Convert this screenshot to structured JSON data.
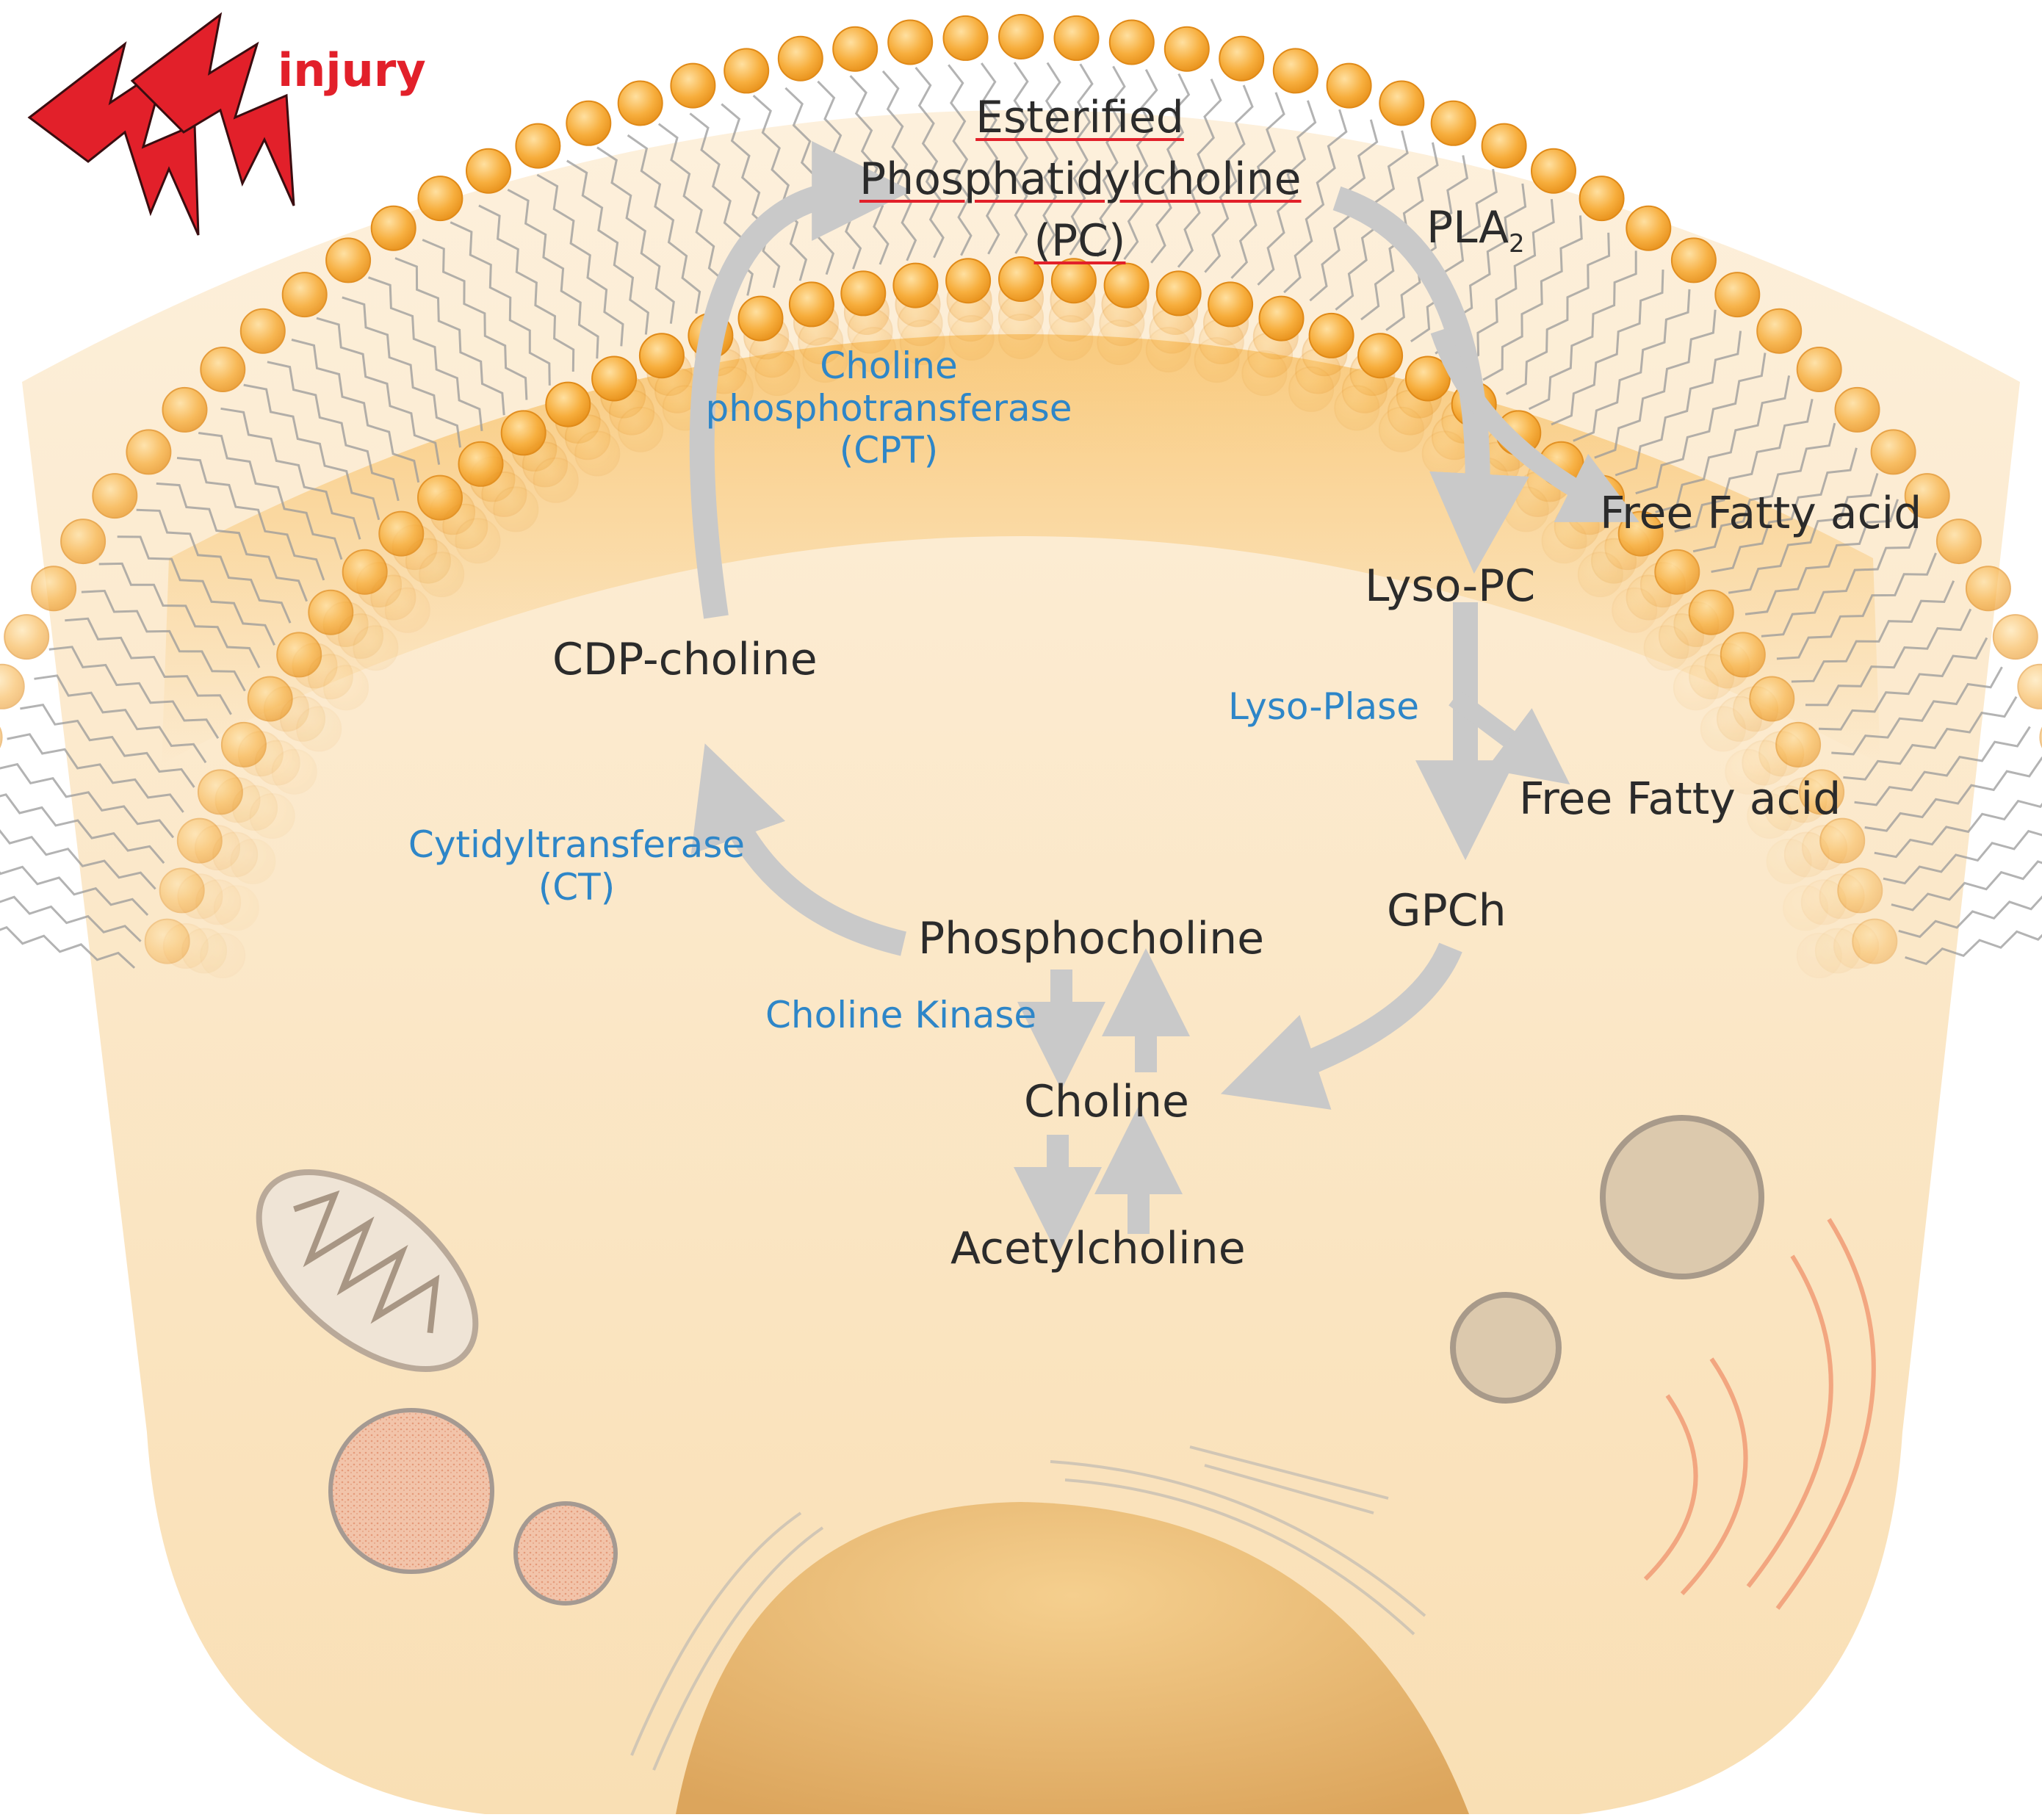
{
  "injury_label": "injury",
  "membrane": {
    "pc_line1": "Esterified",
    "pc_line2": "Phosphatidylcholine",
    "pc_line3": "(PC)"
  },
  "metabolites": {
    "lyso_pc": "Lyso-PC",
    "free_fatty_acid_1": "Free Fatty acid",
    "free_fatty_acid_2": "Free Fatty acid",
    "gpch": "GPCh",
    "cdp_choline": "CDP-choline",
    "phosphocholine": "Phosphocholine",
    "choline": "Choline",
    "acetylcholine": "Acetylcholine"
  },
  "enzymes": {
    "pla2_main": "PLA",
    "pla2_sub": "2",
    "cpt_line1": "Choline",
    "cpt_line2": "phosphotransferase",
    "cpt_line3": "(CPT)",
    "lyso_plase": "Lyso-Plase",
    "ct_line1": "Cytidyltransferase",
    "ct_line2": "(CT)",
    "choline_kinase": "Choline Kinase"
  },
  "colors": {
    "membrane_orange": "#f5a623",
    "cell_body": "#fbe8c8",
    "nucleus": "#e8b66a",
    "arrow_gray": "#c9c9c9",
    "enzyme_blue": "#2e86c8",
    "injury_red": "#e2202a",
    "text_dark": "#2b2b2b"
  }
}
